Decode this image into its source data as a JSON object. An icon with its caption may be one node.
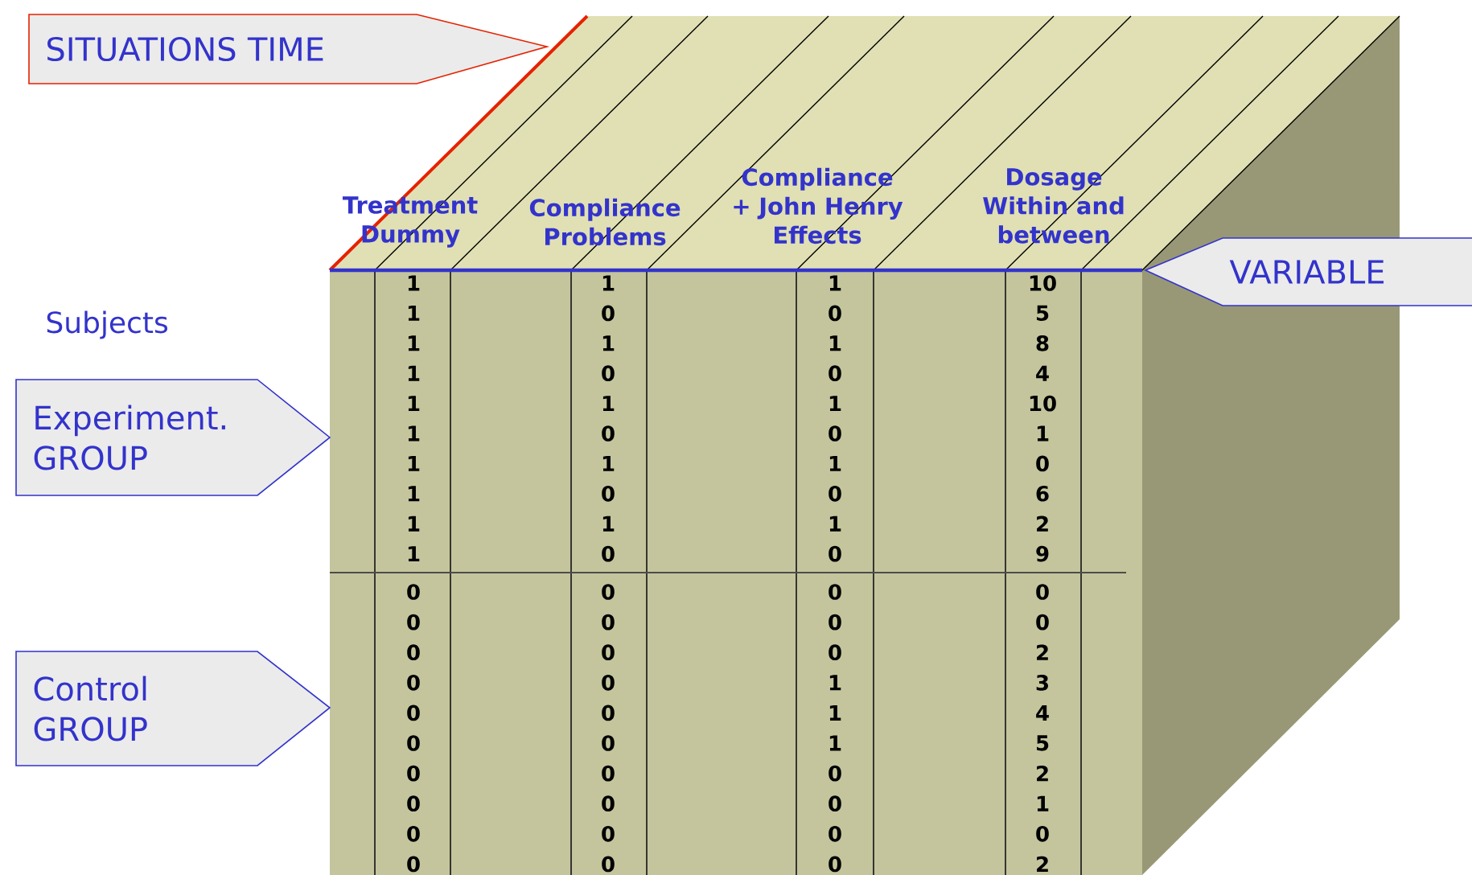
{
  "diagram": {
    "nodes": [
      {
        "text": [
          "SITUATIONS TIME"
        ]
      },
      {
        "text": [
          "VARIABLE"
        ]
      },
      {
        "text": [
          "Experiment. GROUP"
        ]
      },
      {
        "text": [
          "Control GROUP"
        ]
      }
    ],
    "labels": [
      "Treatment Dummy",
      "Compliance Problems",
      "Compliance + John Henry Effects",
      "Dosage Within and between",
      "Subjects",
      "1",
      "1",
      "1",
      "10",
      "1",
      "0",
      "0",
      "5",
      "1",
      "1",
      "1",
      "8",
      "1",
      "0",
      "0",
      "4",
      "1",
      "1",
      "1",
      "10",
      "1",
      "0",
      "0",
      "1",
      "1",
      "1",
      "1",
      "0",
      "1",
      "0",
      "0",
      "6",
      "1",
      "1",
      "1",
      "2",
      "1",
      "0",
      "0",
      "9",
      "0",
      "0",
      "0",
      "0",
      "0",
      "0",
      "0",
      "0",
      "0",
      "0",
      "0",
      "2",
      "0",
      "0",
      "1",
      "3",
      "0",
      "0",
      "1",
      "4",
      "0",
      "0",
      "1",
      "5",
      "0",
      "0",
      "0",
      "2",
      "0",
      "0",
      "0",
      "1",
      "0",
      "0",
      "0",
      "0",
      "0",
      "0",
      "0",
      "2"
    ]
  }
}
